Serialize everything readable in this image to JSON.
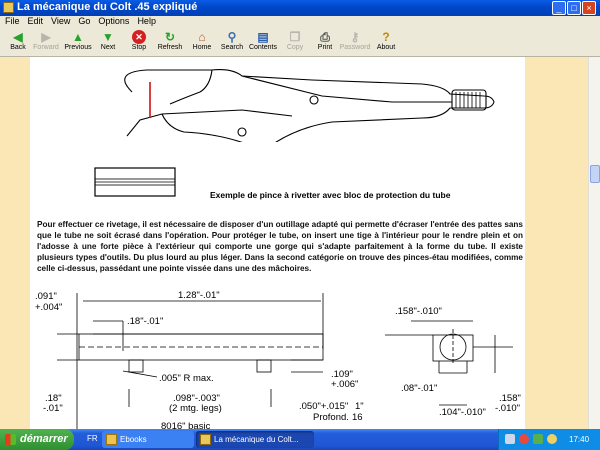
{
  "window": {
    "title": "La mécanique du Colt .45 expliqué"
  },
  "menu": [
    "File",
    "Edit",
    "View",
    "Go",
    "Options",
    "Help"
  ],
  "toolbar": {
    "back": "Back",
    "forward": "Forward",
    "previous": "Previous",
    "next": "Next",
    "stop": "Stop",
    "refresh": "Refresh",
    "home": "Home",
    "search": "Search",
    "contents": "Contents",
    "copy": "Copy",
    "print": "Print",
    "password": "Password",
    "about": "About"
  },
  "icons": {
    "back": "left-arrow-icon",
    "forward": "right-arrow-icon",
    "previous": "up-arrow-icon",
    "next": "down-arrow-icon",
    "stop": "stop-icon",
    "refresh": "refresh-icon",
    "home": "home-icon",
    "search": "search-icon",
    "contents": "contents-icon",
    "copy": "copy-icon",
    "print": "print-icon",
    "password": "key-icon",
    "about": "help-icon"
  },
  "document": {
    "figure_caption": "Exemple de pince à rivetter avec bloc de protection du tube",
    "paragraph": "Pour effectuer ce rivetage, il est nécessaire de disposer d'un outillage adapté qui permette d'écraser l'entrée des pattes sans que le tube ne soit écrasé dans l'opération. Pour protéger le tube, on insert une tige à l'intérieur pour le rendre plein et on l'adosse à une forte pièce à l'extérieur qui comporte une gorge qui s'adapte parfaitement à la forme du tube. Il existe plusieurs types d'outils. Du plus lourd au plus léger. Dans la second catégorie on trouve des pinces-étau modifiées, comme celle ci-dessus, passédant une pointe vissée dans une des mâchoires.",
    "drawing": {
      "dim_left_top": ".091\"",
      "dim_left_tol": "+.004\"",
      "dim_length": "1.28\"-.01\"",
      "dim_bore": ".18\"-.01\"",
      "dim_radius": ".005\" R max.",
      "dim_leg_height": ".109\"",
      "dim_leg_tol": "+.006\"",
      "dim_left_bottom": ".18\"",
      "dim_left_bottom_tol": "-.01\"",
      "dim_legs": ".098\"-.003\"",
      "dim_legs_note": "(2 mtg. legs)",
      "dim_leg_width": ".050\"+.015\"",
      "dim_fraction_num": "1\"",
      "dim_fraction_den": "16",
      "dim_profond": "Profond.",
      "dim_basic": "8016\" basic",
      "dim_side_top": ".158\"-.010\"",
      "dim_side_mid": ".08\"-.01\"",
      "dim_side_bottom": ".104\"-.010\"",
      "dim_side_right": ".158\"",
      "dim_side_right_tol": "-.010\""
    }
  },
  "taskbar": {
    "start_label": "démarrer",
    "language": "FR",
    "tasks": [
      "Ebooks",
      "La mécanique du Colt..."
    ],
    "clock": "17:40"
  },
  "colors": {
    "page_band": "#fbe7b6",
    "titlebar": "#0047c8",
    "taskbar": "#245edb",
    "start": "#3a9b3a"
  }
}
